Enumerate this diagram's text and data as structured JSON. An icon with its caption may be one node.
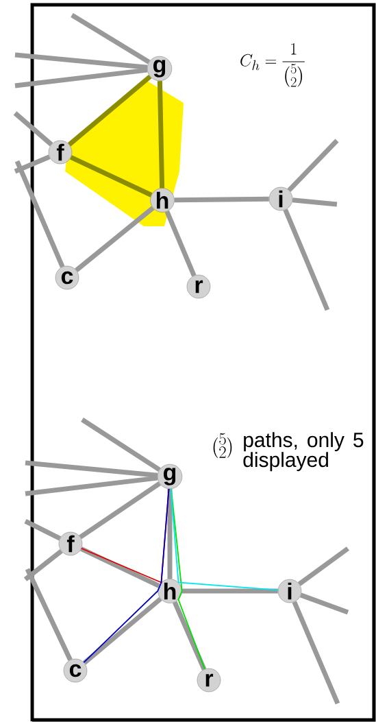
{
  "diagram": {
    "nodes": [
      {
        "text": [
          "g"
        ]
      },
      {
        "text": [
          "f"
        ]
      },
      {
        "text": [
          "h"
        ]
      },
      {
        "text": [
          "i"
        ]
      },
      {
        "text": [
          "c"
        ]
      },
      {
        "text": [
          "r"
        ]
      },
      {
        "text": [
          "g"
        ]
      },
      {
        "text": [
          "f"
        ]
      },
      {
        "text": [
          "h"
        ]
      },
      {
        "text": [
          "i"
        ]
      },
      {
        "text": [
          "c"
        ]
      },
      {
        "text": [
          "r"
        ]
      }
    ],
    "edges": [
      {
        "from": 1,
        "to": 0,
        "arrow": "none",
        "color": "#8c8c00"
      },
      {
        "from": 0,
        "to": 2,
        "arrow": "none",
        "color": "#8c8c00"
      },
      {
        "from": 1,
        "to": 2,
        "arrow": "none",
        "color": "#8c8c00"
      },
      {
        "from": 2,
        "to": 3,
        "arrow": "none"
      },
      {
        "from": 4,
        "to": 2,
        "arrow": "none"
      },
      {
        "from": 2,
        "to": 5,
        "arrow": "none"
      },
      {
        "from": 0,
        "to": null,
        "arrow": "none"
      },
      {
        "from": 0,
        "to": null,
        "arrow": "none"
      },
      {
        "from": 0,
        "to": null,
        "arrow": "none"
      },
      {
        "from": 1,
        "to": null,
        "arrow": "none"
      },
      {
        "from": 1,
        "to": null,
        "arrow": "none"
      },
      {
        "from": 4,
        "to": null,
        "arrow": "none"
      },
      {
        "from": 3,
        "to": null,
        "arrow": "none"
      },
      {
        "from": 3,
        "to": null,
        "arrow": "none"
      },
      {
        "from": 3,
        "to": null,
        "arrow": "none"
      },
      {
        "from": 7,
        "to": 6,
        "arrow": "none"
      },
      {
        "from": 6,
        "to": 8,
        "arrow": "none"
      },
      {
        "from": 7,
        "to": 8,
        "arrow": "none"
      },
      {
        "from": 8,
        "to": 9,
        "arrow": "none"
      },
      {
        "from": 10,
        "to": 8,
        "arrow": "none"
      },
      {
        "from": 8,
        "to": 11,
        "arrow": "none"
      },
      {
        "from": 6,
        "to": null,
        "arrow": "none"
      },
      {
        "from": 6,
        "to": null,
        "arrow": "none"
      },
      {
        "from": 6,
        "to": null,
        "arrow": "none"
      },
      {
        "from": 7,
        "to": null,
        "arrow": "none"
      },
      {
        "from": 7,
        "to": null,
        "arrow": "none"
      },
      {
        "from": 10,
        "to": null,
        "arrow": "none"
      },
      {
        "from": 9,
        "to": null,
        "arrow": "none"
      },
      {
        "from": 9,
        "to": null,
        "arrow": "none"
      },
      {
        "from": 9,
        "to": null,
        "arrow": "none"
      },
      {
        "from": 7,
        "to": 6,
        "arrow": "none",
        "color": "#e00000"
      },
      {
        "from": 10,
        "to": 6,
        "arrow": "none",
        "color": "#0000c0"
      },
      {
        "from": 11,
        "to": 6,
        "arrow": "none",
        "color": "#00e000"
      },
      {
        "from": 9,
        "to": 6,
        "arrow": "none",
        "color": "#00e5ee"
      }
    ],
    "labels": [
      "C_h = \\frac{1}{\\binom{5}{2}}",
      "\\binom{5}{2}",
      "paths, only 5 displayed"
    ]
  }
}
